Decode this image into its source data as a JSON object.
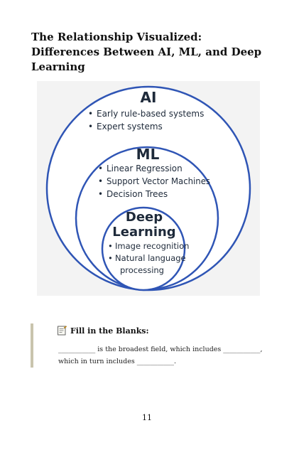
{
  "title": "The Relationship Visualized: Differences Between AI, ML, and Deep Learning",
  "diagram": {
    "outer": {
      "heading": "AI",
      "items": [
        "Early rule-based systems",
        "Expert systems"
      ]
    },
    "middle": {
      "heading": "ML",
      "items": [
        "Linear Regression",
        "Support Vector Machines",
        "Decision Trees"
      ]
    },
    "inner": {
      "heading_line1": "Deep",
      "heading_line2": "Learning",
      "items": [
        "Image recognition",
        "Natural language"
      ],
      "item_continuation": "processing"
    },
    "bullet": "•",
    "ring_color": "#2f55b5"
  },
  "exercise": {
    "icon": "memo-icon",
    "title": "Fill in the Blanks:",
    "line1": "___________ is the broadest field, which includes ___________,",
    "line2": "which in turn includes ___________."
  },
  "page_number": "11"
}
